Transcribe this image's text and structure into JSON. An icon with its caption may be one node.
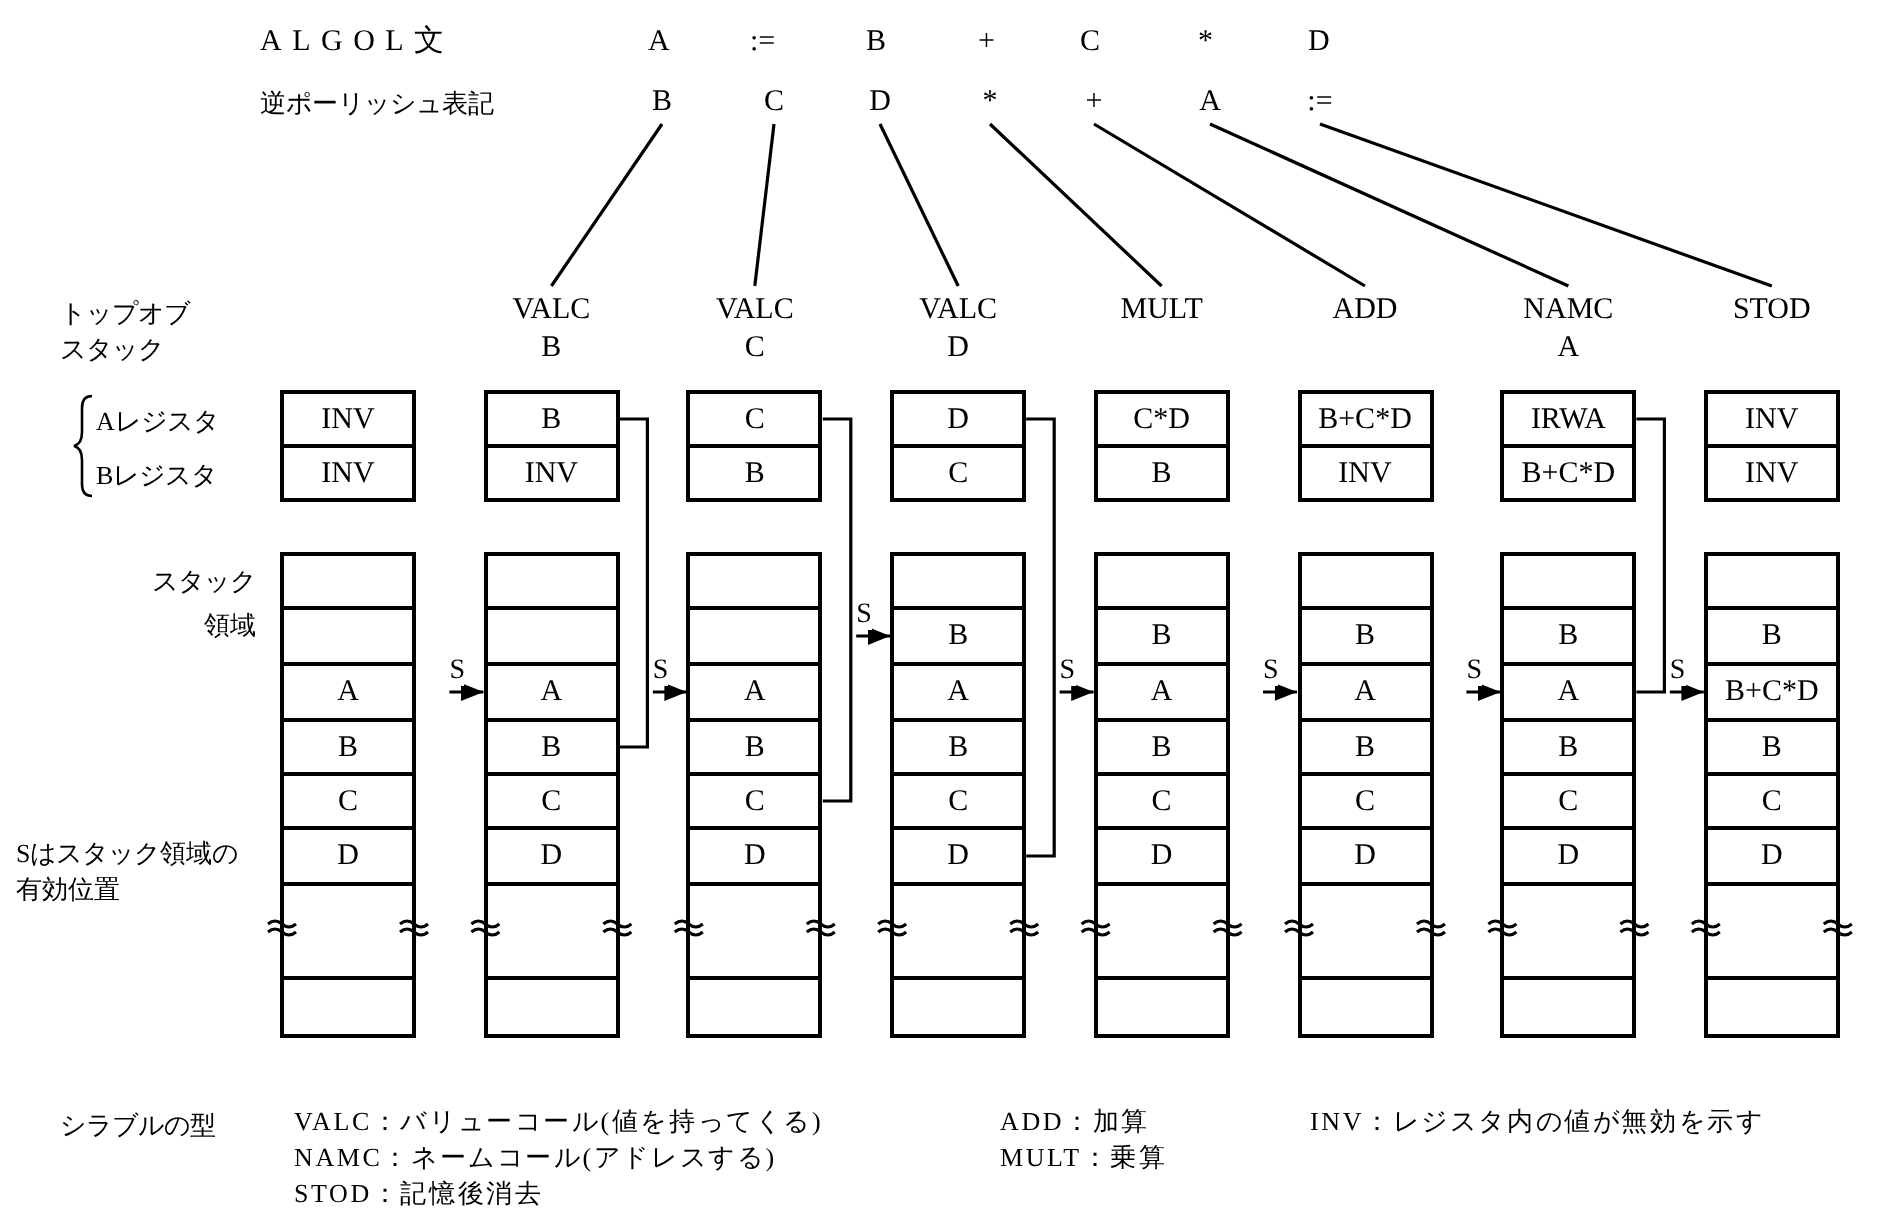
{
  "diagram": {
    "nodes": [
      {
        "text": [
          "B"
        ]
      },
      {
        "text": [
          "C"
        ]
      },
      {
        "text": [
          "D"
        ]
      },
      {
        "text": [
          "*"
        ]
      },
      {
        "text": [
          "+"
        ]
      },
      {
        "text": [
          "A"
        ]
      },
      {
        "text": [
          ":="
        ]
      },
      {
        "text": [
          "VALC",
          "B"
        ]
      },
      {
        "text": [
          "VALC",
          "C"
        ]
      },
      {
        "text": [
          "VALC",
          "D"
        ]
      },
      {
        "text": [
          "MULT"
        ]
      },
      {
        "text": [
          "ADD"
        ]
      },
      {
        "text": [
          "NAMC",
          "A"
        ]
      },
      {
        "text": [
          "STOD"
        ]
      },
      {
        "text": [
          "INV"
        ]
      },
      {
        "text": [
          "INV"
        ]
      },
      {
        "text": [],
        "shape": "box"
      },
      {
        "text": [],
        "shape": "box"
      },
      {
        "text": [
          "A"
        ]
      },
      {
        "text": [
          "B"
        ]
      },
      {
        "text": [
          "C"
        ]
      },
      {
        "text": [
          "D"
        ]
      },
      {
        "text": [],
        "shape": "box"
      },
      {
        "text": [],
        "shape": "box"
      },
      {
        "text": [
          "B"
        ]
      },
      {
        "text": [
          "INV"
        ]
      },
      {
        "text": [],
        "shape": "box"
      },
      {
        "text": [],
        "shape": "box"
      },
      {
        "text": [
          "A"
        ]
      },
      {
        "text": [
          "B"
        ]
      },
      {
        "text": [
          "C"
        ]
      },
      {
        "text": [
          "D"
        ]
      },
      {
        "text": [],
        "shape": "box"
      },
      {
        "text": [],
        "shape": "box"
      },
      {
        "text": [
          "C"
        ]
      },
      {
        "text": [
          "B"
        ]
      },
      {
        "text": [],
        "shape": "box"
      },
      {
        "text": [],
        "shape": "box"
      },
      {
        "text": [
          "A"
        ]
      },
      {
        "text": [
          "B"
        ]
      },
      {
        "text": [
          "C"
        ]
      },
      {
        "text": [
          "D"
        ]
      },
      {
        "text": [],
        "shape": "box"
      },
      {
        "text": [],
        "shape": "box"
      },
      {
        "text": [
          "D"
        ]
      },
      {
        "text": [
          "C"
        ]
      },
      {
        "text": [],
        "shape": "box"
      },
      {
        "text": [
          "B"
        ]
      },
      {
        "text": [
          "A"
        ]
      },
      {
        "text": [
          "B"
        ]
      },
      {
        "text": [
          "C"
        ]
      },
      {
        "text": [
          "D"
        ]
      },
      {
        "text": [],
        "shape": "box"
      },
      {
        "text": [],
        "shape": "box"
      },
      {
        "text": [
          "C*D"
        ]
      },
      {
        "text": [
          "B"
        ]
      },
      {
        "text": [],
        "shape": "box"
      },
      {
        "text": [
          "B"
        ]
      },
      {
        "text": [
          "A"
        ]
      },
      {
        "text": [
          "B"
        ]
      },
      {
        "text": [
          "C"
        ]
      },
      {
        "text": [
          "D"
        ]
      },
      {
        "text": [],
        "shape": "box"
      },
      {
        "text": [],
        "shape": "box"
      },
      {
        "text": [
          "B+C*D"
        ]
      },
      {
        "text": [
          "INV"
        ]
      },
      {
        "text": [],
        "shape": "box"
      },
      {
        "text": [
          "B"
        ]
      },
      {
        "text": [
          "A"
        ]
      },
      {
        "text": [
          "B"
        ]
      },
      {
        "text": [
          "C"
        ]
      },
      {
        "text": [
          "D"
        ]
      },
      {
        "text": [],
        "shape": "box"
      },
      {
        "text": [],
        "shape": "box"
      },
      {
        "text": [
          "IRWA"
        ]
      },
      {
        "text": [
          "B+C*D"
        ]
      },
      {
        "text": [],
        "shape": "box"
      },
      {
        "text": [
          "B"
        ]
      },
      {
        "text": [
          "A"
        ]
      },
      {
        "text": [
          "B"
        ]
      },
      {
        "text": [
          "C"
        ]
      },
      {
        "text": [
          "D"
        ]
      },
      {
        "text": [],
        "shape": "box"
      },
      {
        "text": [],
        "shape": "box"
      },
      {
        "text": [
          "INV"
        ]
      },
      {
        "text": [
          "INV"
        ]
      },
      {
        "text": [],
        "shape": "box"
      },
      {
        "text": [
          "B"
        ]
      },
      {
        "text": [
          "B+C*D"
        ]
      },
      {
        "text": [
          "B"
        ]
      },
      {
        "text": [
          "C"
        ]
      },
      {
        "text": [
          "D"
        ]
      },
      {
        "text": [],
        "shape": "box"
      },
      {
        "text": [],
        "shape": "box"
      }
    ],
    "edges": [
      {
        "from": 0,
        "to": 7,
        "arrow": "none"
      },
      {
        "from": 1,
        "to": 8,
        "arrow": "none"
      },
      {
        "from": 2,
        "to": 9,
        "arrow": "none"
      },
      {
        "from": 3,
        "to": 10,
        "arrow": "none"
      },
      {
        "from": 4,
        "to": 11,
        "arrow": "none"
      },
      {
        "from": 5,
        "to": 12,
        "arrow": "none"
      },
      {
        "from": 6,
        "to": 13,
        "arrow": "none"
      },
      {
        "from": 24,
        "to": 29,
        "arrow": "none"
      },
      {
        "from": 34,
        "to": 40,
        "arrow": "none"
      },
      {
        "from": 44,
        "to": 51,
        "arrow": "none"
      },
      {
        "from": 74,
        "to": 78,
        "arrow": "none"
      },
      {
        "from": null,
        "to": 28,
        "arrow": "to",
        "label": "S"
      },
      {
        "from": null,
        "to": 38,
        "arrow": "to",
        "label": "S"
      },
      {
        "from": null,
        "to": 47,
        "arrow": "to",
        "label": "S"
      },
      {
        "from": null,
        "to": 58,
        "arrow": "to",
        "label": "S"
      },
      {
        "from": null,
        "to": 68,
        "arrow": "to",
        "label": "S"
      },
      {
        "from": null,
        "to": 78,
        "arrow": "to",
        "label": "S"
      },
      {
        "from": null,
        "to": 88,
        "arrow": "to",
        "label": "S"
      }
    ],
    "labels": [
      "ALGOL文",
      "A",
      ":=",
      "B",
      "+",
      "C",
      "*",
      "D",
      "逆ポーリッシュ表記",
      "トップオブスタック",
      "Aレジスタ",
      "Bレジスタ",
      "スタック領域",
      "Sはスタック領域の有効位置",
      "シラブルの型",
      "VALC：バリューコール(値を持ってくる)",
      "ADD：加算",
      "INV：レジスタ内の値が無効を示す",
      "NAMC：ネームコール(アドレスする)",
      "MULT：乗算",
      "STOD：記憶後消去"
    ]
  }
}
